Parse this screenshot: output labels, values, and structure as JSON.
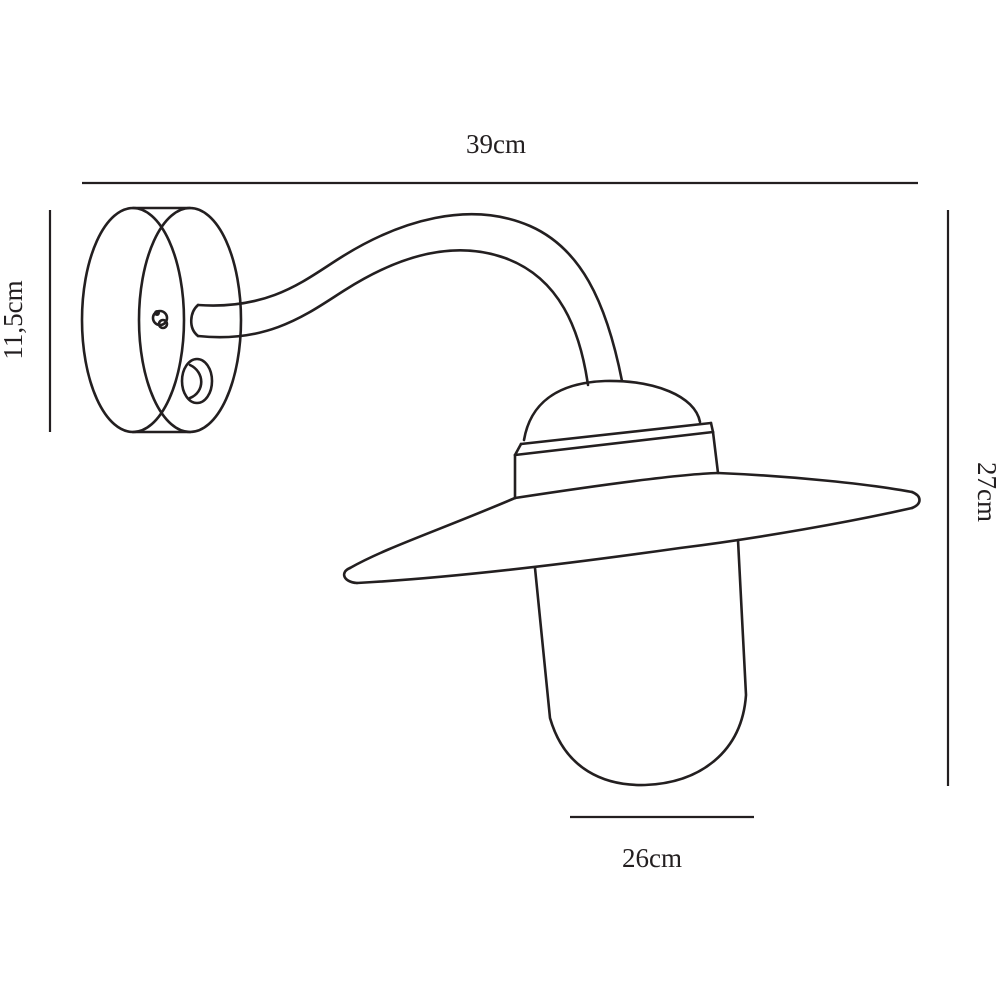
{
  "dimensions": {
    "width": "39cm",
    "height": "27cm",
    "depth": "11,5cm",
    "shade_glass_width": "26cm"
  },
  "colors": {
    "line": "#231f20",
    "background": "#ffffff"
  }
}
